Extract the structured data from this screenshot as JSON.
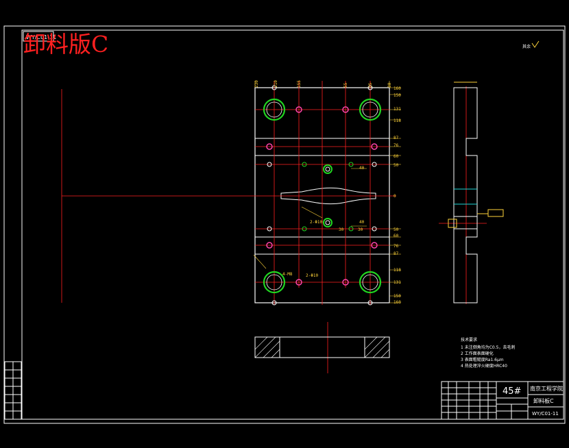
{
  "drawing": {
    "title": "卸料版C",
    "drawing_no": "WY/C01-11",
    "roughness": "其余",
    "material": "45#",
    "school": "南京工程学院",
    "part_name": "卸料板C",
    "notes": {
      "heading": "技术要求",
      "items": [
        "1  未注倒角均为C0.5，去毛刺",
        "2  工作面表面硬化",
        "3  表面粗糙度Ra1.6μm",
        "4  热处理淬火硬度HRC40"
      ]
    }
  },
  "dims": {
    "top": [
      "230",
      "210",
      "155",
      "55",
      "35",
      "30"
    ],
    "right": [
      "160",
      "150",
      "131",
      "118",
      "87",
      "76",
      "60",
      "50",
      "0",
      "50",
      "60",
      "76",
      "87",
      "118",
      "131",
      "150",
      "160"
    ],
    "inner": [
      "40",
      "30",
      "40",
      "30"
    ],
    "labels": [
      "4-M8",
      "2-Φ10",
      "2-Φ10"
    ]
  },
  "colors": {
    "frame": "#ffffff",
    "centerline": "#ff2020",
    "dimension": "#ffd43a",
    "hole": "#21d621",
    "title": "#ff2020"
  }
}
